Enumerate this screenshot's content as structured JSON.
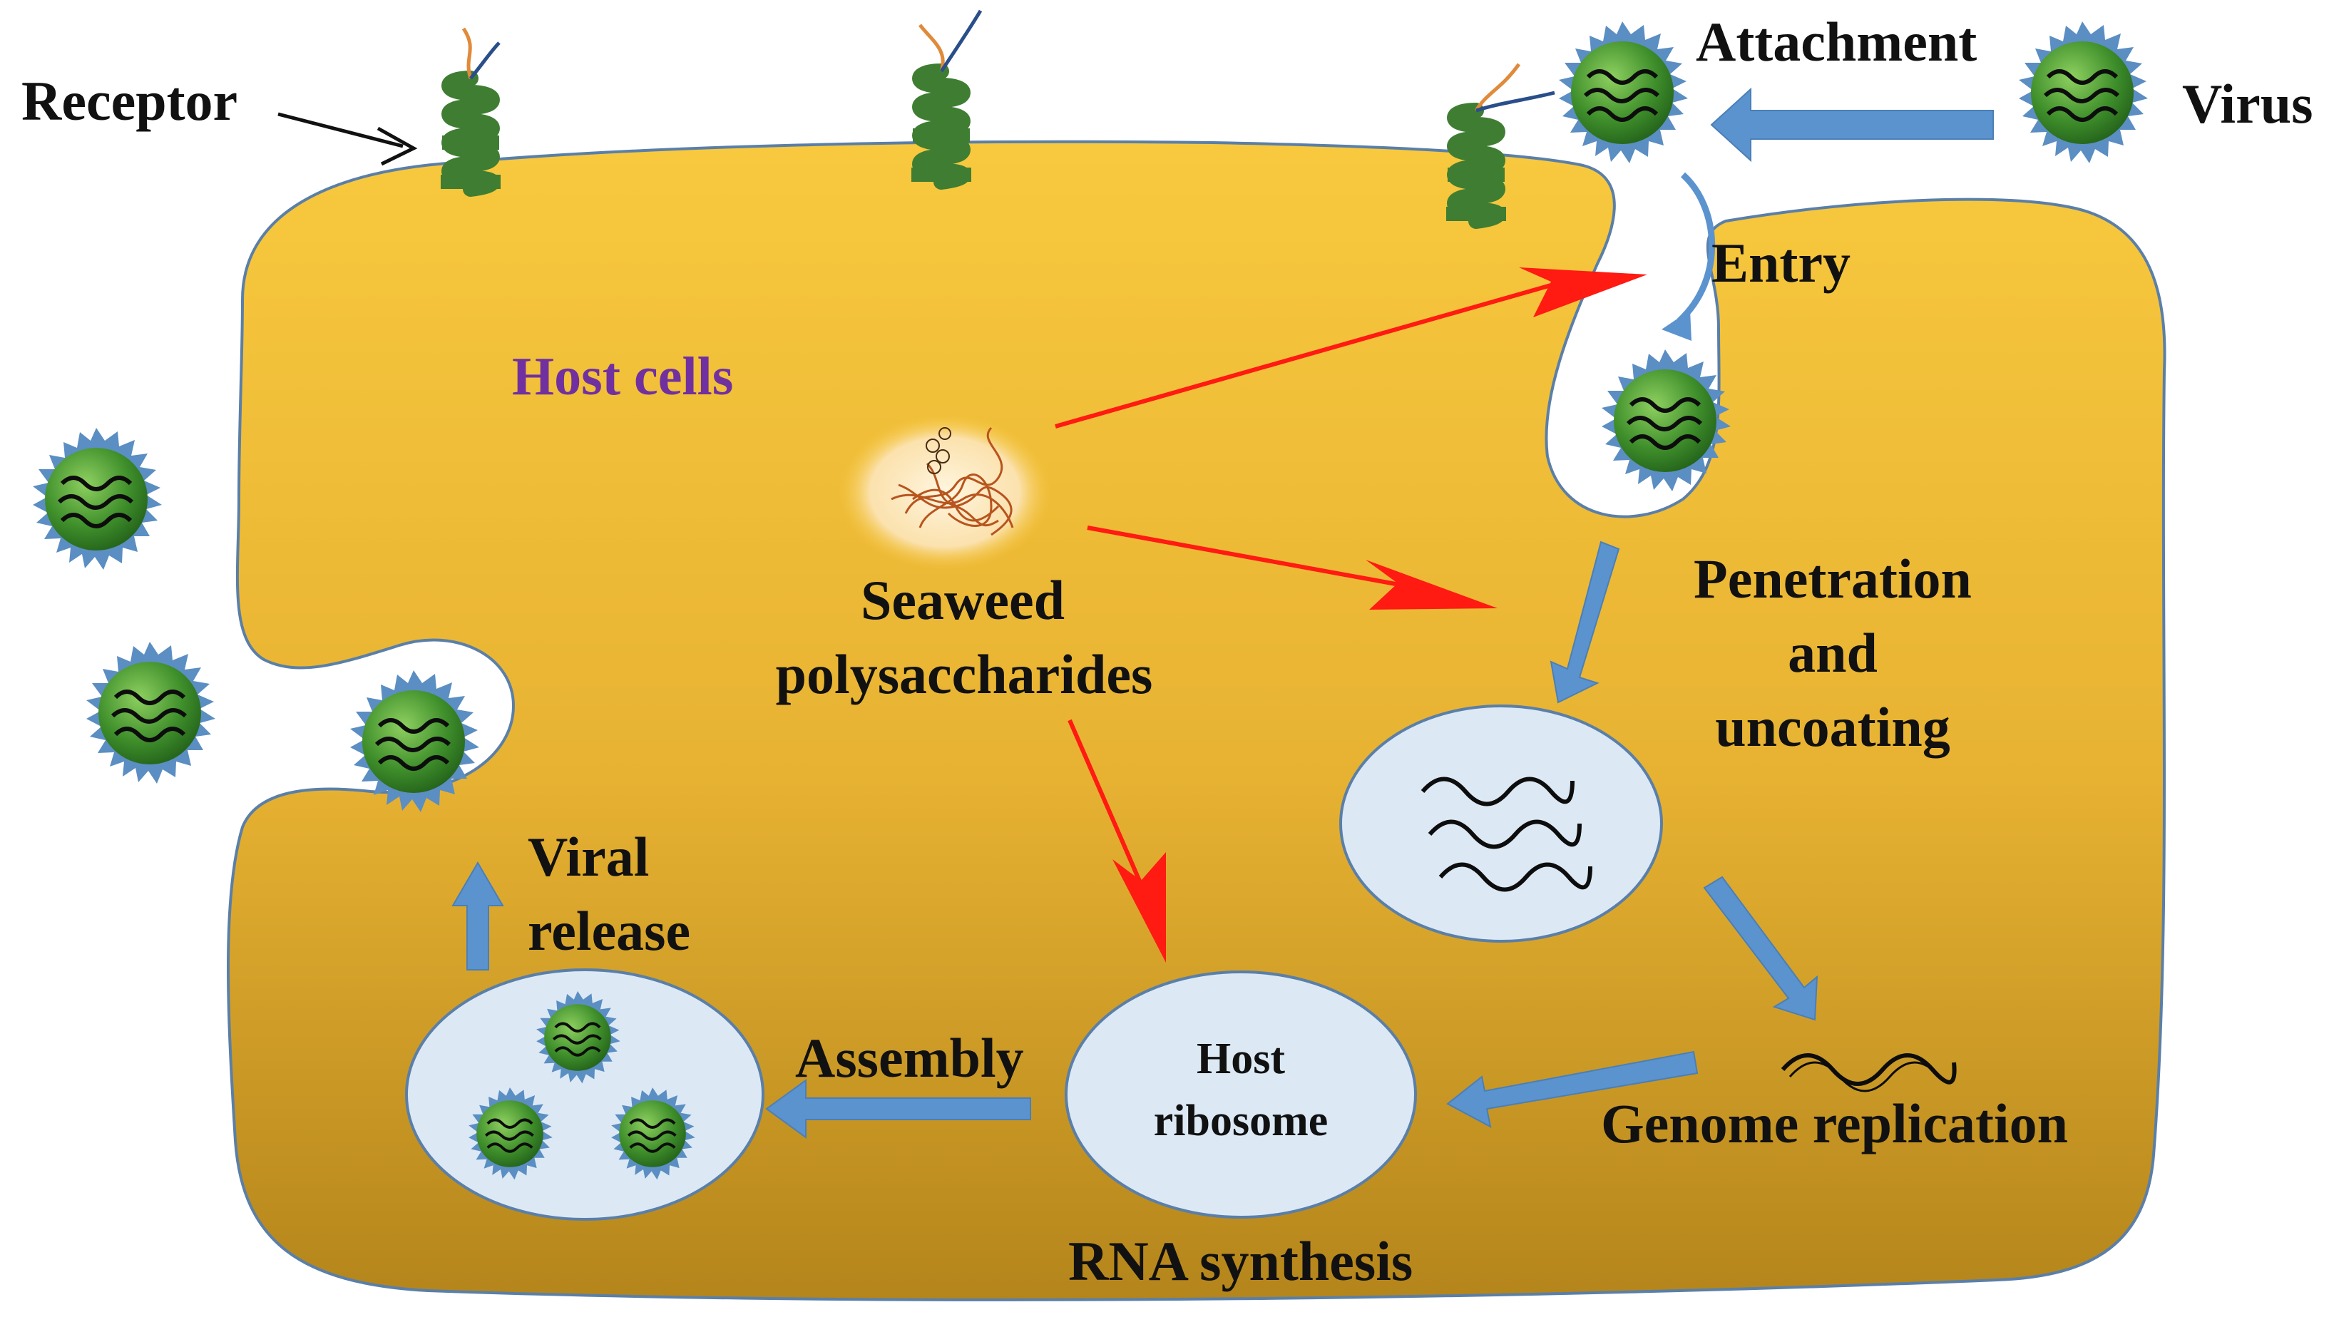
{
  "labels": {
    "receptor": "Receptor",
    "attachment": "Attachment",
    "virus": "Virus",
    "entry": "Entry",
    "host_cells": "Host cells",
    "seaweed_line1": "Seaweed",
    "seaweed_line2": "polysaccharides",
    "penetration_line1": "Penetration",
    "penetration_line2": "and",
    "penetration_line3": "uncoating",
    "viral_release_line1": "Viral",
    "viral_release_line2": "release",
    "assembly": "Assembly",
    "host_ribosome_line1": "Host",
    "host_ribosome_line2": "ribosome",
    "genome_replication": "Genome replication",
    "rna_synthesis": "RNA synthesis"
  },
  "colors": {
    "cell_fill_top": "#f7c63c",
    "cell_fill_bottom": "#b8891c",
    "cell_outline": "#5a7fa8",
    "receptor": "#3f7d33",
    "virus_body": "#3f8f2b",
    "virus_spikes": "#5b8ec2",
    "blue_arrow": "#5b93cf",
    "red_arrow": "#ff1a12",
    "vesicle": "#dce9f5",
    "host_cells_label": "#7030a0"
  },
  "icons": {
    "virus": "virus-particle-icon",
    "receptor": "receptor-protein-icon",
    "polysaccharide": "polysaccharide-molecule-icon",
    "rna": "rna-strand-icon"
  }
}
